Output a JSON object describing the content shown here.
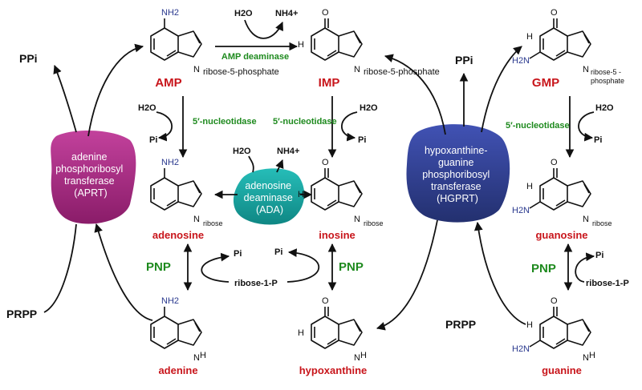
{
  "molecules": {
    "amp": {
      "name": "AMP",
      "substituent": "ribose-5-phosphate",
      "amino": "NH2"
    },
    "imp": {
      "name": "IMP",
      "substituent": "ribose-5-phosphate"
    },
    "gmp": {
      "name": "GMP",
      "substituent_line1": "ribose-5 -",
      "substituent_line2": "phosphate",
      "amino": "H2N"
    },
    "adenosine": {
      "name": "adenosine",
      "substituent": "ribose",
      "amino": "NH2"
    },
    "inosine": {
      "name": "inosine",
      "substituent": "ribose"
    },
    "guanosine": {
      "name": "guanosine",
      "substituent": "ribose",
      "amino": "H2N"
    },
    "adenine": {
      "name": "adenine",
      "amino": "NH2"
    },
    "hypoxanthine": {
      "name": "hypoxanthine"
    },
    "guanine": {
      "name": "guanine",
      "amino": "H2N"
    }
  },
  "enzymes": {
    "amp_deaminase": "AMP deaminase",
    "nucleotidase": "5′-nucleotidase",
    "pnp": "PNP",
    "aprt": [
      "adenine",
      "phosphoribosyl",
      "transferase",
      "(APRT)"
    ],
    "ada": [
      "adenosine",
      "deaminase",
      "(ADA)"
    ],
    "hgprt": [
      "hypoxanthine-",
      "guanine",
      "phosphoribosyl",
      "transferase",
      "(HGPRT)"
    ]
  },
  "reagents": {
    "h2o": "H2O",
    "nh4": "NH4+",
    "pi": "Pi",
    "ppi": "PPi",
    "prpp": "PRPP",
    "ribose1p": "ribose-1-P"
  },
  "colors": {
    "aprt_blob": "#a4277f",
    "ada_blob": "#16a3a0",
    "hgprt_blob": "#2e3c96",
    "molecule_label": "#c8151b",
    "enzyme_label": "#1e8a1e",
    "amino_label": "#2b3a8f"
  }
}
